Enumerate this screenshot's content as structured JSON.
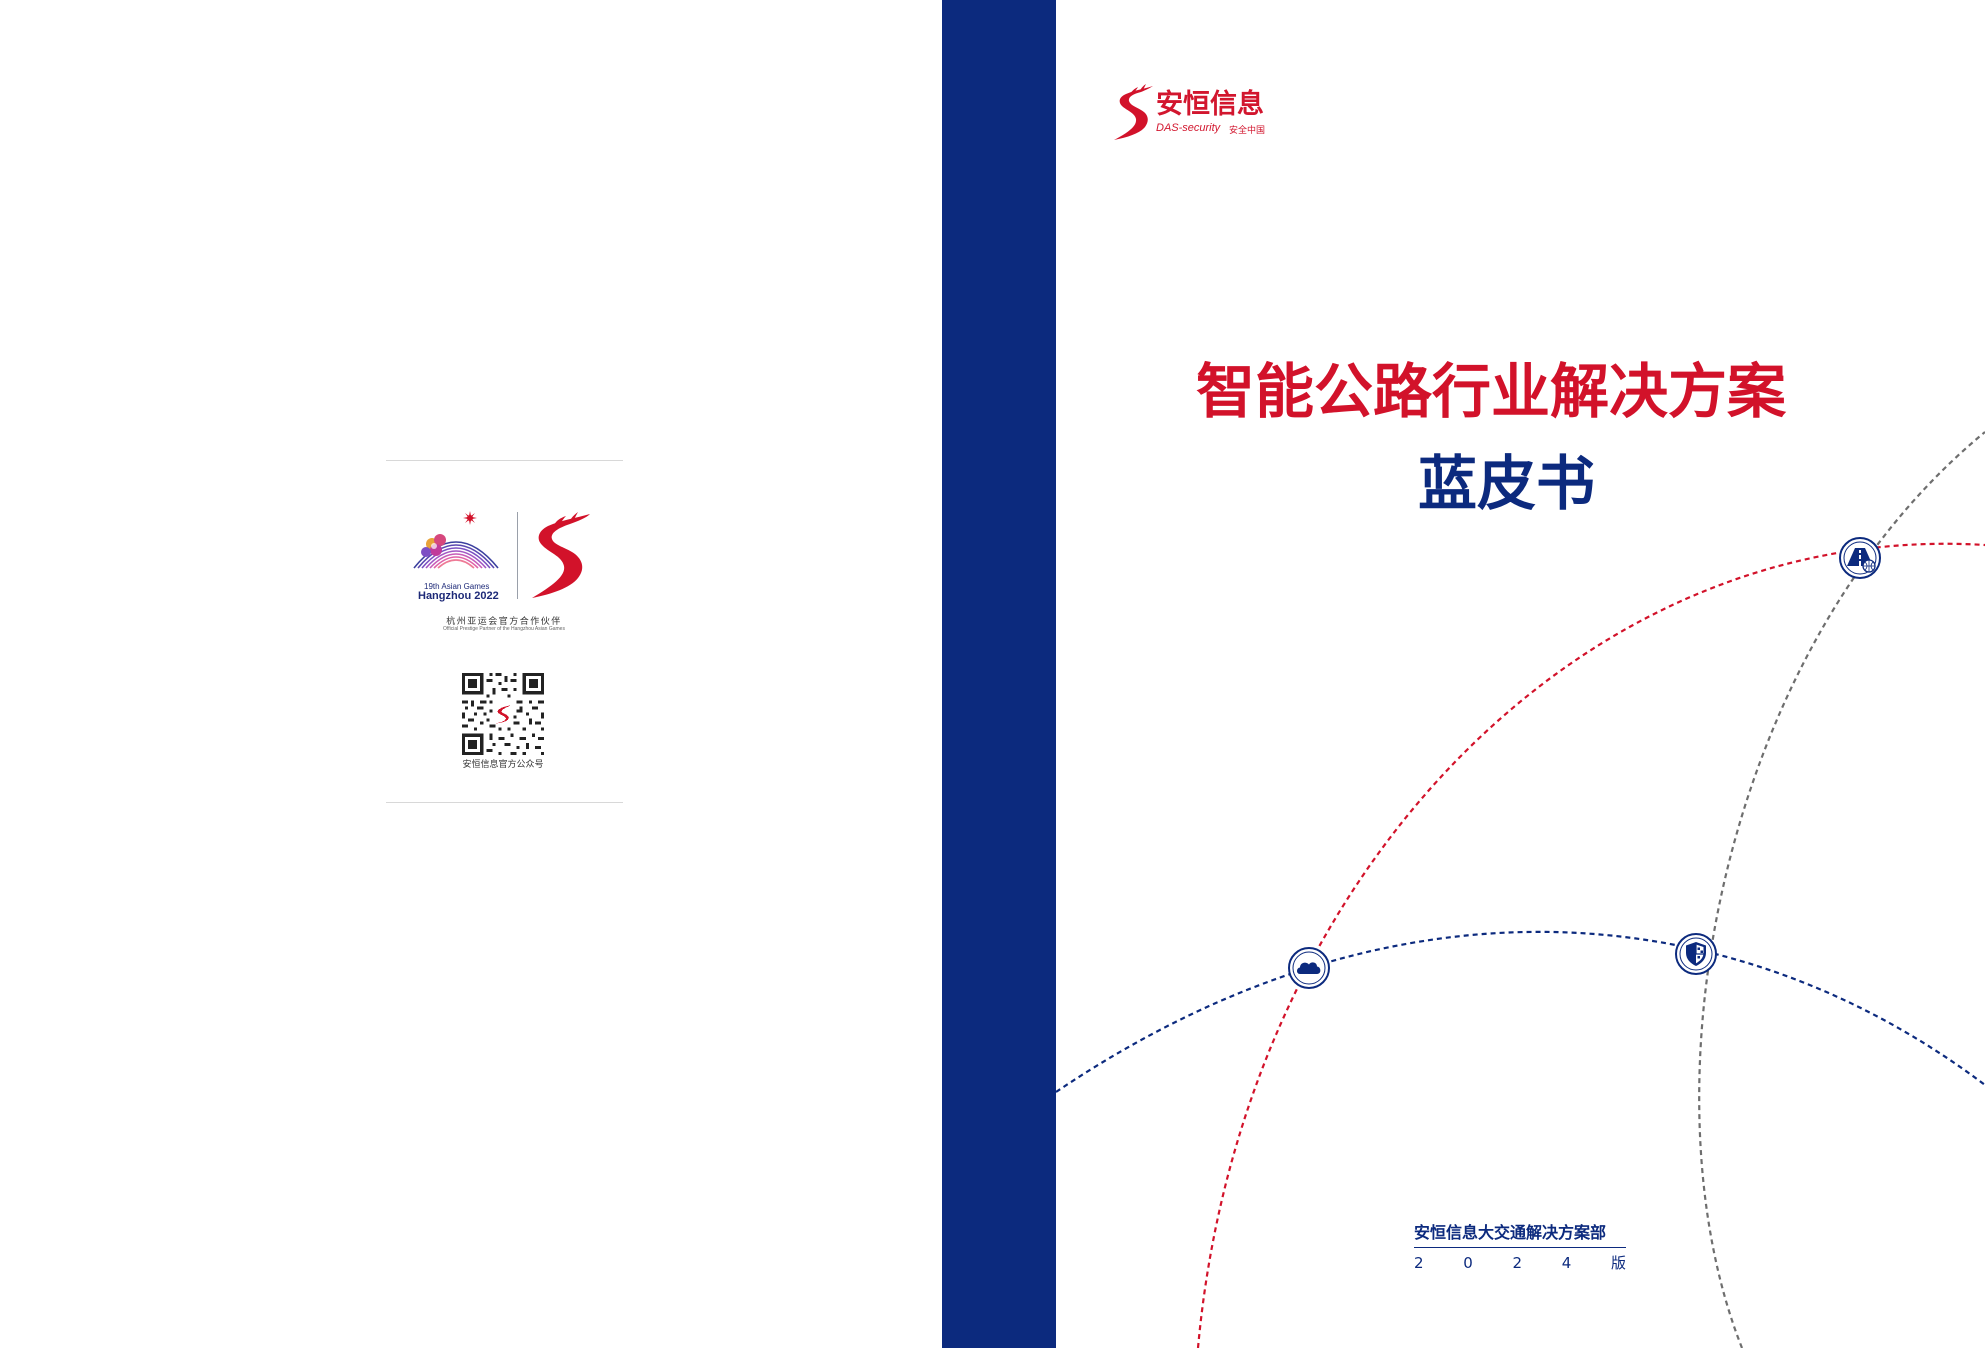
{
  "back_cover": {
    "asian_games_line1": "19th Asian Games",
    "asian_games_line2": "Hangzhou 2022",
    "partner_cn": "杭州亚运会官方合作伙伴",
    "partner_en": "Official Prestige Partner of the Hangzhou Asian Games",
    "qr_label": "安恒信息官方公众号",
    "qr_icon": "qr-code-icon"
  },
  "brand": {
    "name_cn": "安恒信息",
    "name_en": "DAS-security",
    "tagline": "安全中国",
    "logo_icon": "das-s-logo-icon"
  },
  "title": {
    "main": "智能公路行业解决方案",
    "sub": "蓝皮书"
  },
  "footer": {
    "department": "安恒信息大交通解决方案部",
    "edition_chars": [
      "2",
      "0",
      "2",
      "4",
      "版"
    ]
  },
  "nodes": [
    {
      "icon": "highway-icon"
    },
    {
      "icon": "cloud-icon"
    },
    {
      "icon": "shield-icon"
    }
  ],
  "colors": {
    "brand_red": "#d2122a",
    "brand_blue": "#0c2a7e",
    "arc_gray": "#6e6e6e"
  }
}
